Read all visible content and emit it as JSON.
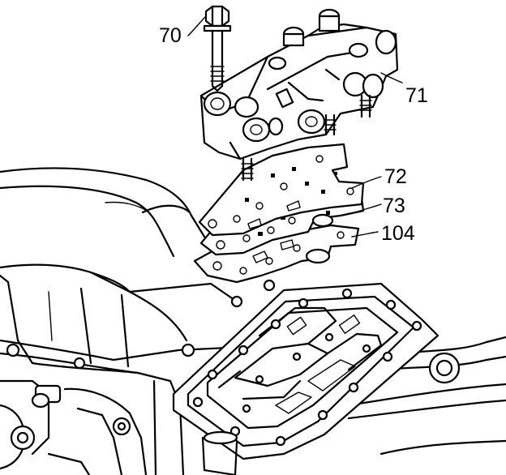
{
  "callouts": [
    {
      "id": "c70",
      "label": "70"
    },
    {
      "id": "c71",
      "label": "71"
    },
    {
      "id": "c72",
      "label": "72"
    },
    {
      "id": "c73",
      "label": "73"
    },
    {
      "id": "c104",
      "label": "104"
    }
  ]
}
